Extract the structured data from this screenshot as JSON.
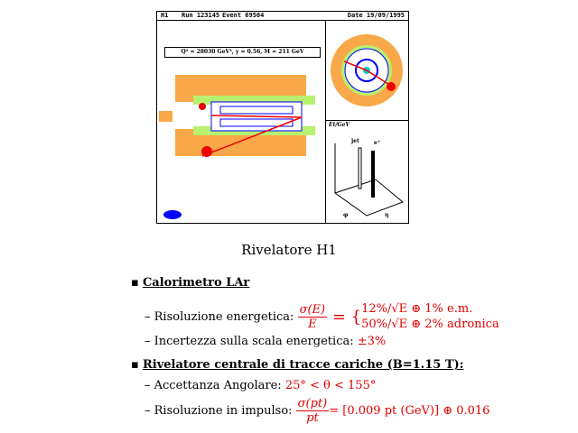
{
  "event_display": {
    "experiment": "H1",
    "run": "Run 123145",
    "event": "Event 69504",
    "date": "Date 19/09/1995",
    "kinematics": "Q² = 28030 GeV²,  y = 0.56,  M = 211 GeV",
    "lego": {
      "ylabel": "Et/GeV",
      "jet_label": "jet",
      "positron_label": "e⁺",
      "eta_label": "η",
      "phi_label": "φ"
    }
  },
  "title": "Rivelatore H1",
  "sections": [
    {
      "heading": "Calorimetro LAr",
      "items": [
        {
          "label": "Risoluzione energetica:",
          "formula_num": "σ(E)",
          "formula_den": "E",
          "line1": "12%/√E ⊕ 1%  e.m.",
          "line2": "50%/√E ⊕ 2%  adronica"
        },
        {
          "label": "Incertezza sulla scala energetica:",
          "value": "±3%"
        }
      ]
    },
    {
      "heading": "Rivelatore centrale di tracce cariche (B=1.15 T):",
      "items": [
        {
          "label": "Accettanza Angolare:",
          "value": "25° < θ < 155°"
        },
        {
          "label": "Risoluzione in impulso:",
          "formula_num": "σ(pt)",
          "formula_den": "pt",
          "value": "= [0.009 pt (GeV)] ⊕ 0.016"
        }
      ]
    }
  ]
}
